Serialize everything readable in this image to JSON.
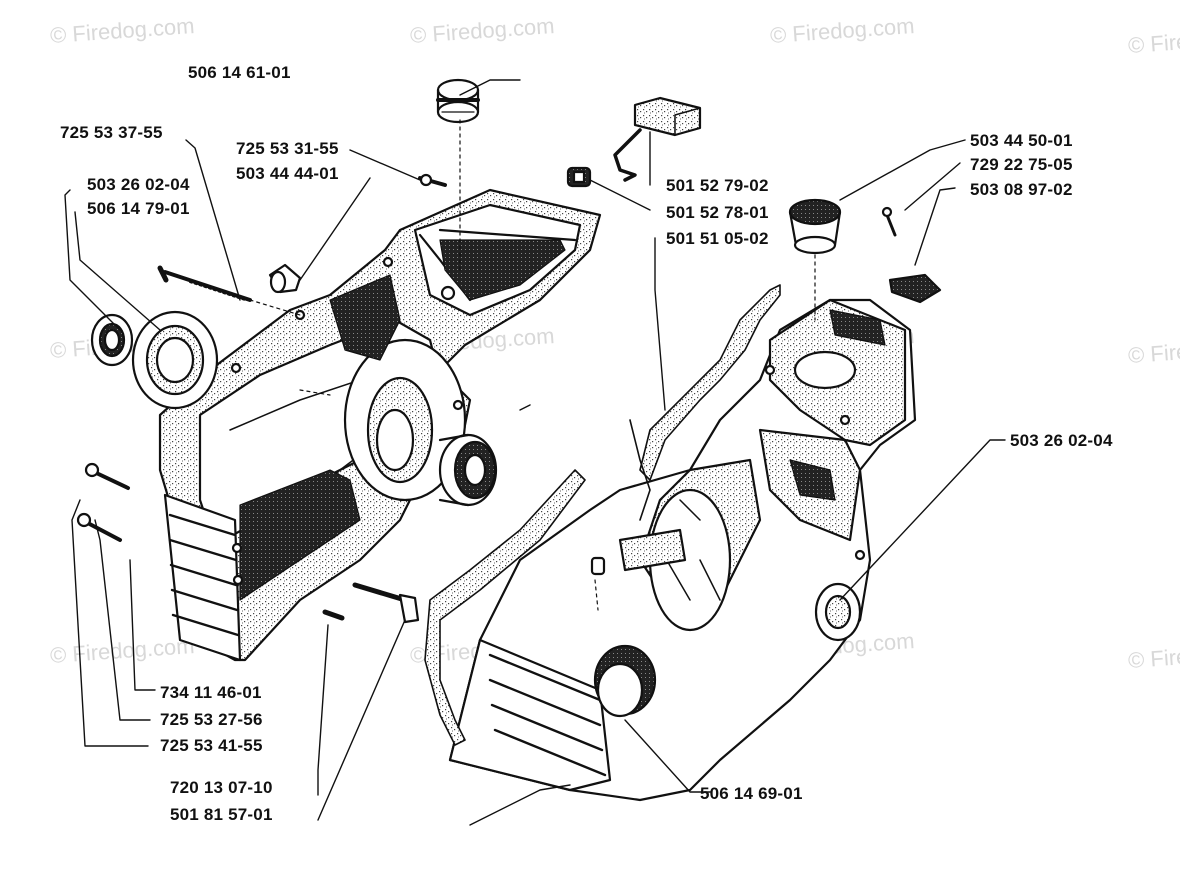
{
  "watermark": "© Firedog.com",
  "colors": {
    "ink": "#111111",
    "watermark": "#d8d8d8",
    "stipple": "#555555"
  },
  "labels": {
    "assembly_top": "506 14 61-01",
    "screw_left_top": "725 53 37-55",
    "seal_left_a": "503 26 02-04",
    "seal_left_b": "506 14 79-01",
    "screw_mid_a": "725 53 31-55",
    "plug_mid_b": "503 44 44-01",
    "filter_plug": "501 52 79-02",
    "grommet": "501 52 78-01",
    "gasket_mid": "501 51 05-02",
    "tank_cap": "503 44 50-01",
    "screw_right": "729 22 75-05",
    "clip_right": "503 08 97-02",
    "seal_right": "503 26 02-04",
    "pin": "734 11 46-01",
    "screw_bottom_a": "725 53 27-56",
    "screw_bottom_b": "725 53 41-55",
    "stud_a": "720 13 07-10",
    "stud_b": "501 81 57-01",
    "crankcase_right": "506 14 69-01"
  }
}
